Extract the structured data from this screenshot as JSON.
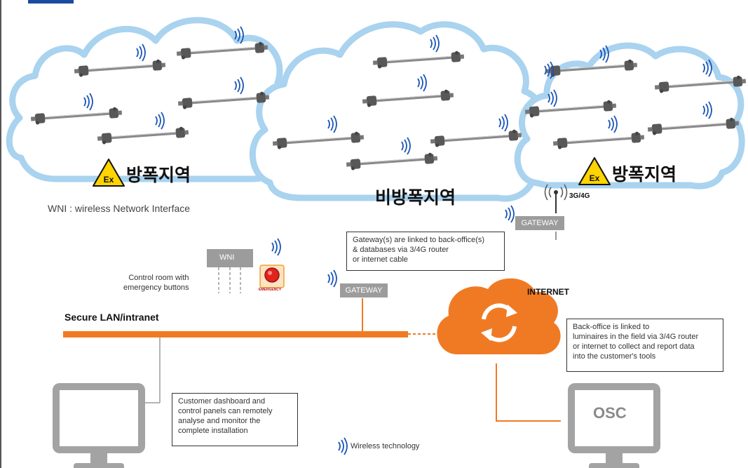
{
  "colors": {
    "cloud": "#a9d3ef",
    "orange": "#f07a23",
    "gray": "#9a9a9a",
    "dark": "#333333",
    "accent_bar": "#1b4aa0",
    "warning": "#ffd400"
  },
  "zones": {
    "hazardous_left": "방폭지역",
    "non_hazardous": "비방폭지역",
    "hazardous_right": "방폭지역"
  },
  "ex_badge": "Ex",
  "wni_definition": "WNI : wireless Network Interface",
  "wni_label": "WNI",
  "control_room": "Control room with\nemergency buttons",
  "emergency_label": "EMERGENCY",
  "gateway_label": "GATEWAY",
  "cellular_label": "3G/4G",
  "gateway_note": "Gateway(s) are linked to back-office(s)\n& databases via 3/4G router\nor internet cable",
  "lan_label": "Secure LAN/intranet",
  "internet_label": "INTERNET",
  "backoffice_note": "Back-office is linked to\nluminaires in the field via 3/4G router\nor internet to collect and report data\ninto the customer's tools",
  "dashboard_note": "Customer dashboard and\ncontrol panels can remotely\nanalyse and monitor the\ncomplete installation",
  "osc_label": "OSC",
  "legend_wireless": "Wireless technology",
  "icons": [
    "wireless-signal-icon",
    "luminaire-icon",
    "ex-warning-icon",
    "emergency-button-icon",
    "sync-icon",
    "monitor-icon",
    "antenna-icon"
  ]
}
